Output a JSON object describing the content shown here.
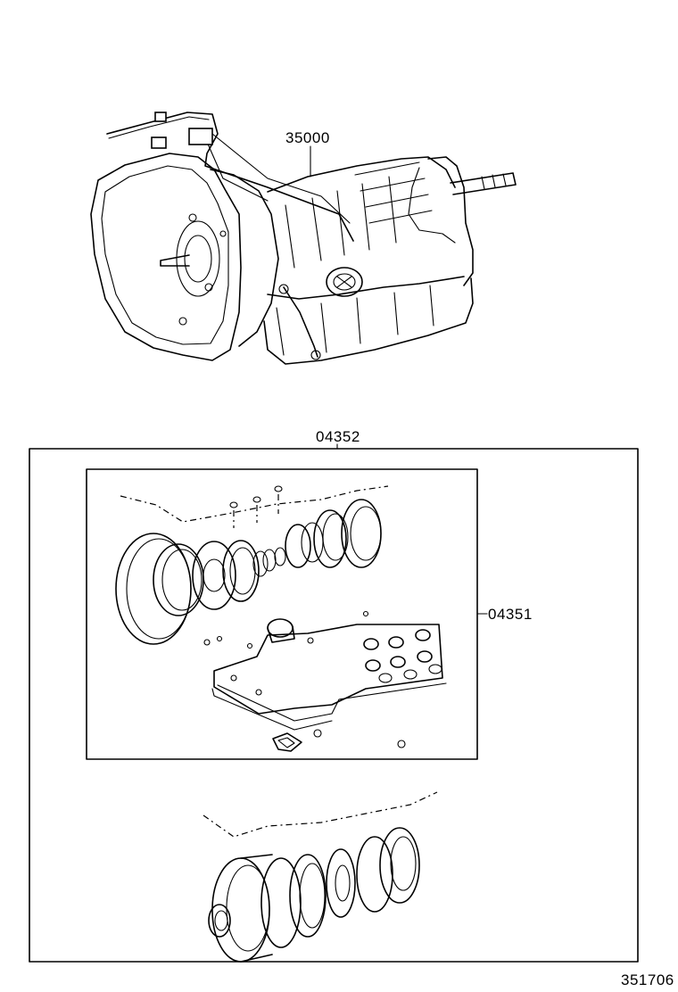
{
  "labels": {
    "transmission_assembly": "35000",
    "overhaul_kit": "04352",
    "gasket_kit": "04351",
    "diagram_id": "351706"
  }
}
